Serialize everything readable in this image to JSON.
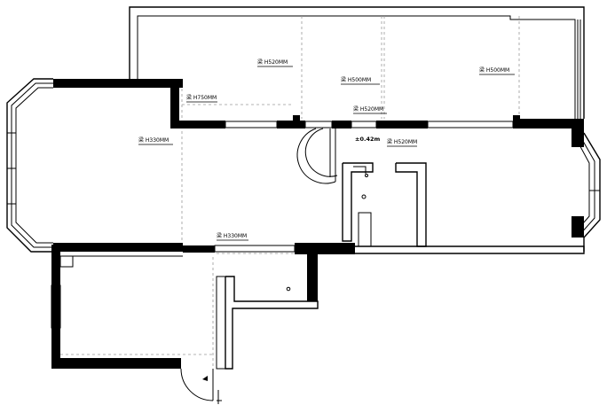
{
  "plan": {
    "labels": [
      {
        "id": "beam-upper-1",
        "text": "梁 H520MM"
      },
      {
        "id": "beam-upper-2",
        "text": "梁 H500MM"
      },
      {
        "id": "beam-upper-3",
        "text": "梁 H500MM"
      },
      {
        "id": "beam-hall",
        "text": "梁 H750MM"
      },
      {
        "id": "beam-left",
        "text": "梁 H330MM"
      },
      {
        "id": "beam-center",
        "text": "梁 H520MM"
      },
      {
        "id": "beam-right",
        "text": "梁 H520MM"
      },
      {
        "id": "beam-lower",
        "text": "梁 H330MM"
      },
      {
        "id": "level-mark",
        "text": "±0.42m"
      }
    ]
  }
}
